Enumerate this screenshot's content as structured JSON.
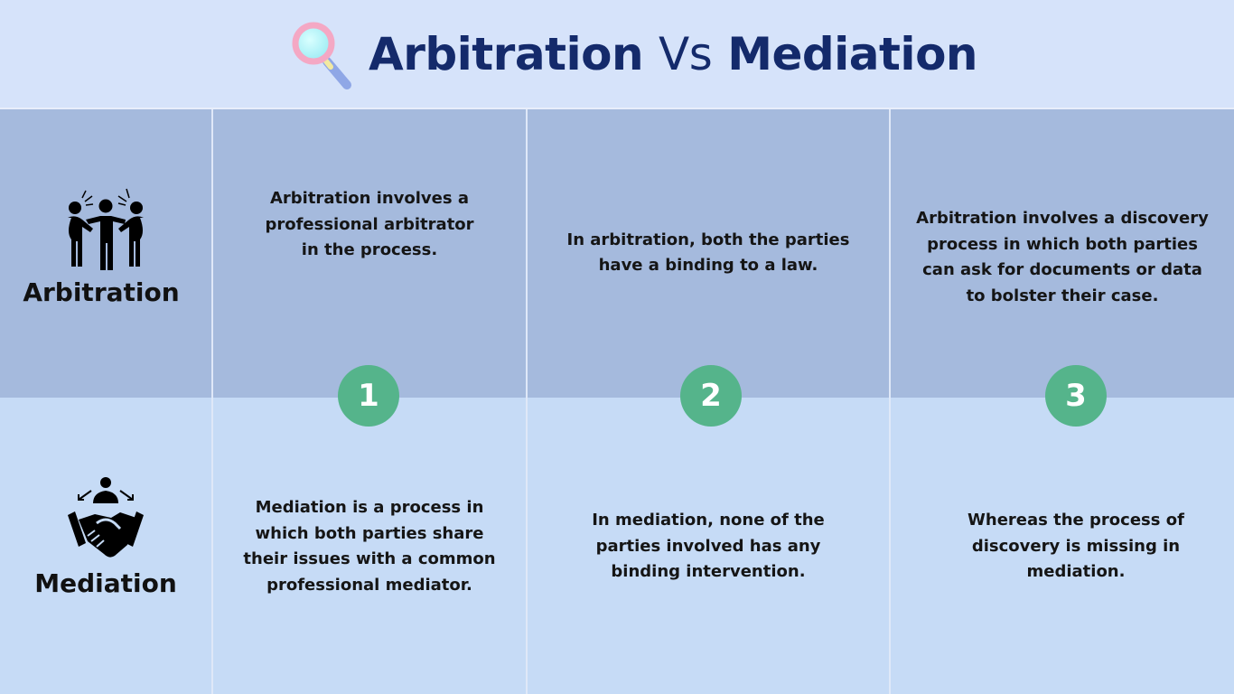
{
  "header": {
    "title_left": "Arbitration",
    "title_vs": "Vs",
    "title_right": "Mediation",
    "icon": "magnifying-glass-icon"
  },
  "rows": [
    {
      "label": "Arbitration",
      "icon": "arguing-people-icon",
      "cells": [
        "Arbitration involves a\nprofessional arbitrator\nin the process.",
        "In arbitration, both the parties\nhave a binding to a law.",
        "Arbitration involves a discovery\nprocess in which both parties\ncan ask for documents or data\nto bolster their case."
      ]
    },
    {
      "label": "Mediation",
      "icon": "mediator-handshake-icon",
      "cells": [
        "Mediation is a process in\nwhich both parties share\ntheir issues with a common\nprofessional mediator.",
        "In mediation, none of the\nparties involved has any\nbinding intervention.",
        "Whereas the process of\ndiscovery is missing in\nmediation."
      ]
    }
  ],
  "badges": [
    "1",
    "2",
    "3"
  ],
  "colors": {
    "header_bg": "#d6e3fa",
    "title": "#142a6b",
    "top_row_bg": "#a5badd",
    "bottom_row_bg": "#c6dbf6",
    "badge": "#55b48b",
    "divider": "#dfe8f8"
  }
}
